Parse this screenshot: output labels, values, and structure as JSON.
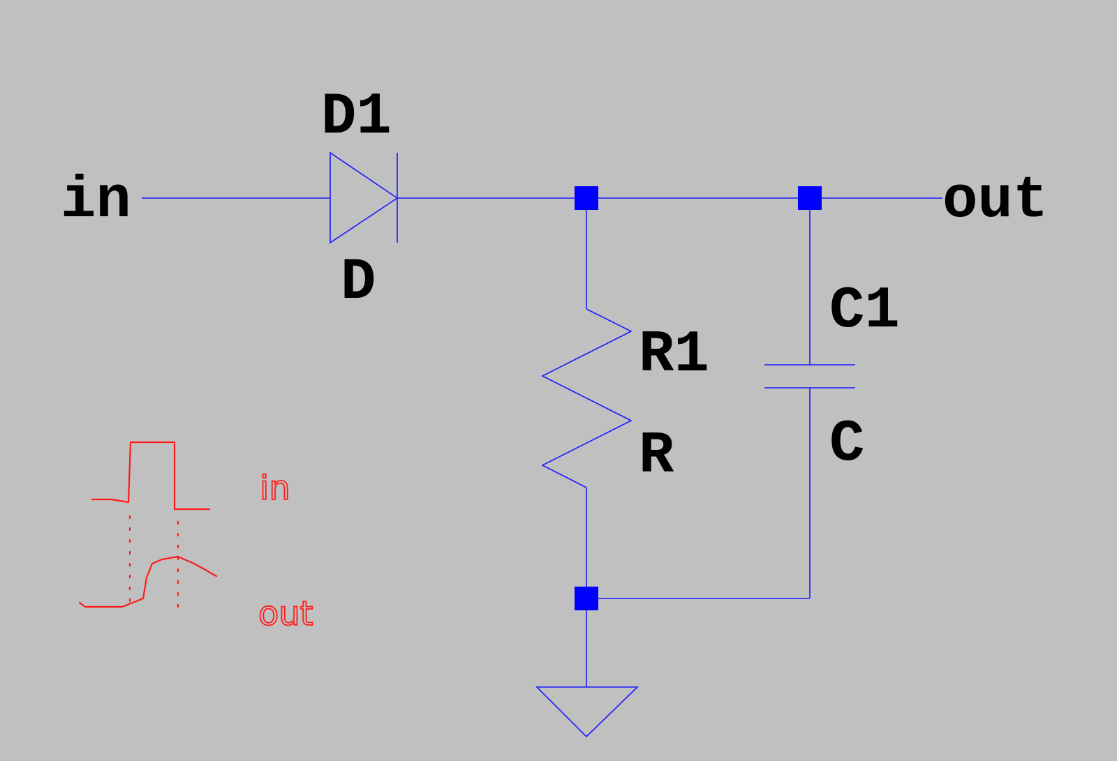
{
  "net_labels": {
    "input": "in",
    "output": "out"
  },
  "components": {
    "diode": {
      "ref": "D1",
      "value": "D"
    },
    "resistor": {
      "ref": "R1",
      "value": "R"
    },
    "capacitor": {
      "ref": "C1",
      "value": "C"
    }
  },
  "annotation": {
    "in_label": "in",
    "out_label": "out"
  },
  "colors": {
    "background": "#c0c0c0",
    "wire": "#1a1aff",
    "junction": "#0000ff",
    "text": "#000000",
    "annotation": "#ff1a1a"
  }
}
